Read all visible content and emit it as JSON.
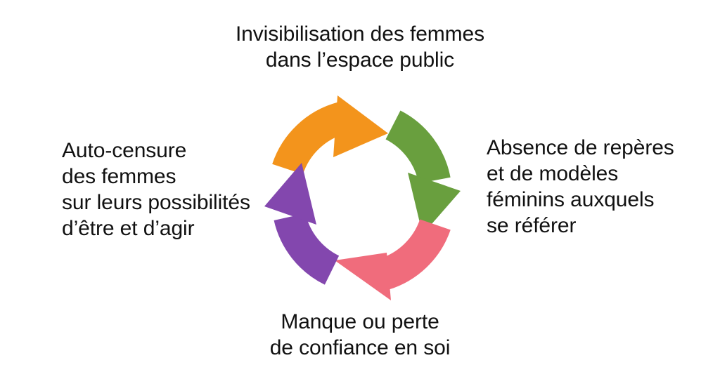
{
  "diagram": {
    "type": "cycle",
    "title_visible": false,
    "background_color": "#ffffff",
    "text_color": "#111111",
    "direction": "clockwise",
    "stage_count": 4,
    "labels": {
      "top": "Invisibilisation des femmes\ndans l’espace public",
      "right": "Absence de repères\net de modèles\nféminins auxquels\nse référer",
      "bottom": "Manque ou perte\nde confiance en soi",
      "left": "Auto-censure\ndes femmes\nsur leurs possibilités\nd’être et d’agir"
    },
    "arrows": [
      {
        "id": "top-arrow",
        "position": "top",
        "color": "#f3941c",
        "color_name": "orange",
        "points_to": "right",
        "from_stage": "left",
        "to_stage": "top"
      },
      {
        "id": "right-arrow",
        "position": "right",
        "color": "#699f3e",
        "color_name": "green",
        "points_to": "down",
        "from_stage": "top",
        "to_stage": "right"
      },
      {
        "id": "bottom-arrow",
        "position": "bottom",
        "color": "#f06c7c",
        "color_name": "pink",
        "points_to": "left",
        "from_stage": "right",
        "to_stage": "bottom"
      },
      {
        "id": "left-arrow",
        "position": "left",
        "color": "#8347ae",
        "color_name": "purple",
        "points_to": "up",
        "from_stage": "bottom",
        "to_stage": "left"
      }
    ]
  }
}
